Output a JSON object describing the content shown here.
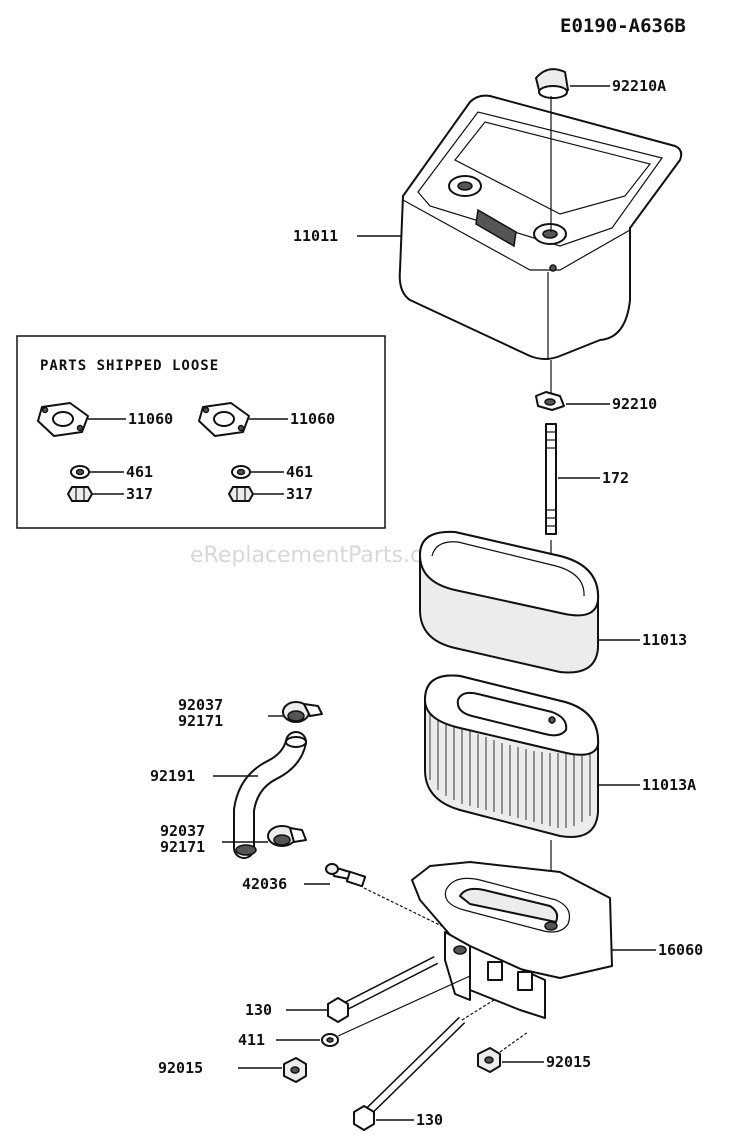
{
  "diagram_code": "E0190-A636B",
  "watermark": "eReplacementParts.com",
  "parts_box": {
    "title": "PARTS SHIPPED LOOSE",
    "labels": {
      "gasket_left": "11060",
      "gasket_right": "11060",
      "washer_left": "461",
      "washer_right": "461",
      "nut_left": "317",
      "nut_right": "317"
    }
  },
  "labels": {
    "knob": "92210A",
    "cover": "11011",
    "wing_nut": "92210",
    "stud": "172",
    "precleaner": "11013",
    "filter": "11013A",
    "clamp_top_1": "92037",
    "clamp_top_2": "92171",
    "hose": "92191",
    "clamp_bot_1": "92037",
    "clamp_bot_2": "92171",
    "fitting": "42036",
    "base": "16060",
    "bolt_top": "130",
    "washer": "411",
    "nut_left": "92015",
    "nut_right": "92015",
    "bolt_bottom": "130"
  }
}
